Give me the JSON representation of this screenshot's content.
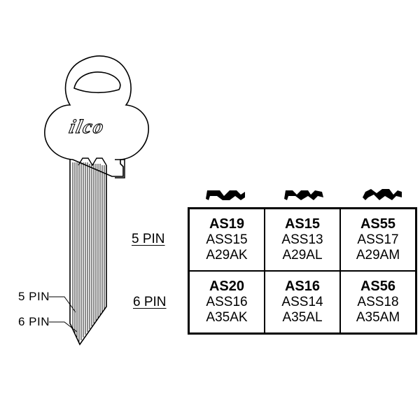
{
  "brand": {
    "logo_text": "ilco"
  },
  "key_labels": {
    "five_pin": "5 PIN",
    "six_pin": "6 PIN"
  },
  "rows": [
    {
      "label": "5 PIN"
    },
    {
      "label": "6 PIN"
    }
  ],
  "columns": [
    {
      "profile_icon": "keyway-profile-icon"
    },
    {
      "profile_icon": "keyway-profile-icon"
    },
    {
      "profile_icon": "keyway-profile-icon"
    }
  ],
  "table": [
    [
      {
        "main": "AS19",
        "alt1": "ASS15",
        "alt2": "A29AK"
      },
      {
        "main": "AS15",
        "alt1": "ASS13",
        "alt2": "A29AL"
      },
      {
        "main": "AS55",
        "alt1": "ASS17",
        "alt2": "A29AM"
      }
    ],
    [
      {
        "main": "AS20",
        "alt1": "ASS16",
        "alt2": "A35AK"
      },
      {
        "main": "AS16",
        "alt1": "ASS14",
        "alt2": "A35AL"
      },
      {
        "main": "AS56",
        "alt1": "ASS18",
        "alt2": "A35AM"
      }
    ]
  ]
}
